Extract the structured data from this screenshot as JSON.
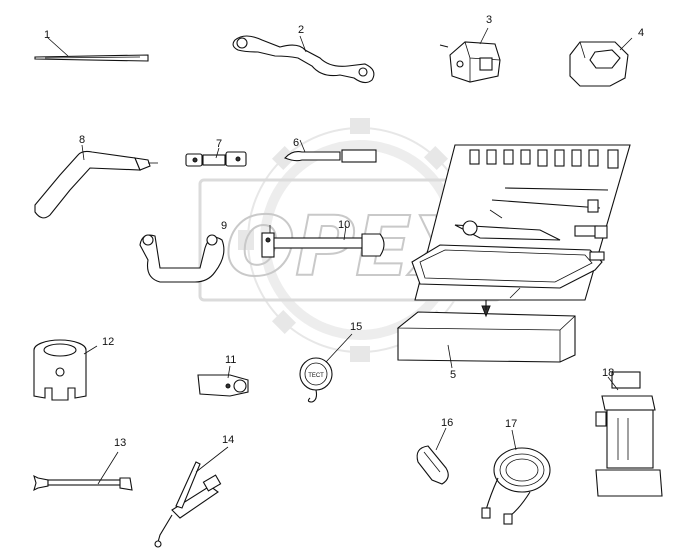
{
  "watermark": {
    "text": "OPEX"
  },
  "callouts": [
    "1",
    "2",
    "3",
    "4",
    "5",
    "6",
    "7",
    "8",
    "9",
    "10",
    "11",
    "12",
    "13",
    "14",
    "15",
    "16",
    "17",
    "18"
  ],
  "gauge": {
    "label": "ТЕСТ"
  }
}
